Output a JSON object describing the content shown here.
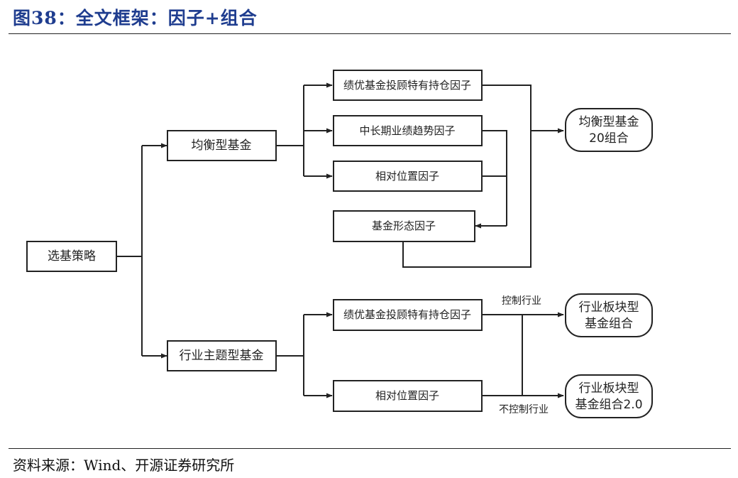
{
  "title": "图38：全文框架：因子+组合",
  "source": "资料来源：Wind、开源证券研究所",
  "nodes": {
    "root": "选基策略",
    "balanced": "均衡型基金",
    "industry": "行业主题型基金",
    "b_factor1": "绩优基金投顾特有持仓因子",
    "b_factor2": "中长期业绩趋势因子",
    "b_factor3": "相对位置因子",
    "b_factor4": "基金形态因子",
    "i_factor1": "绩优基金投顾特有持仓因子",
    "i_factor2": "相对位置因子",
    "out_balanced": [
      "均衡型基金",
      "20组合"
    ],
    "out_industry1": [
      "行业板块型",
      "基金组合"
    ],
    "out_industry2": [
      "行业板块型",
      "基金组合2.0"
    ]
  },
  "edge_labels": {
    "control": "控制行业",
    "no_control": "不控制行业"
  }
}
